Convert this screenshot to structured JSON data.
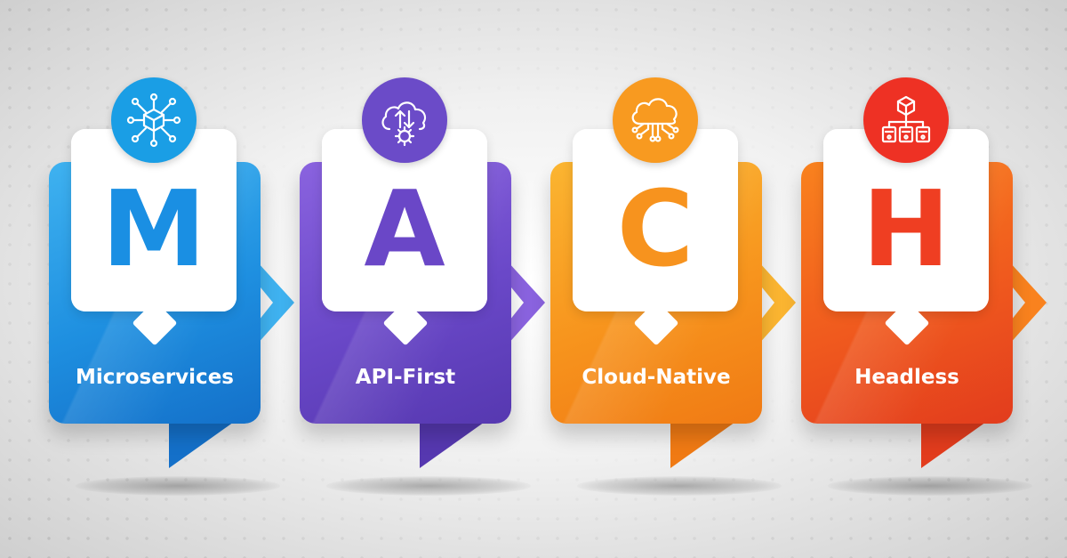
{
  "items": [
    {
      "letter": "M",
      "label": "Microservices",
      "icon": "microservices-cube-network-icon",
      "color": "#1e8fe0",
      "color_light": "#3fb2f0",
      "color_dark": "#1470c9",
      "badge_color": "#1a9ee5",
      "letter_color": "#1a8fe3"
    },
    {
      "letter": "A",
      "label": "API-First",
      "icon": "cloud-gear-sync-icon",
      "color": "#6a48c8",
      "color_light": "#8a63df",
      "color_dark": "#5638b0",
      "badge_color": "#6b4bc8",
      "letter_color": "#6a47c7"
    },
    {
      "letter": "C",
      "label": "Cloud-Native",
      "icon": "cloud-circuit-icon",
      "color": "#f7941d",
      "color_light": "#fbb531",
      "color_dark": "#f07a14",
      "badge_color": "#f89a20",
      "letter_color": "#f7931e"
    },
    {
      "letter": "H",
      "label": "Headless",
      "icon": "headless-cube-hierarchy-icon",
      "color": "#f05a1e",
      "color_light": "#f9821e",
      "color_dark": "#e23c1d",
      "badge_color": "#ee3124",
      "letter_color": "#ef3e22"
    }
  ]
}
